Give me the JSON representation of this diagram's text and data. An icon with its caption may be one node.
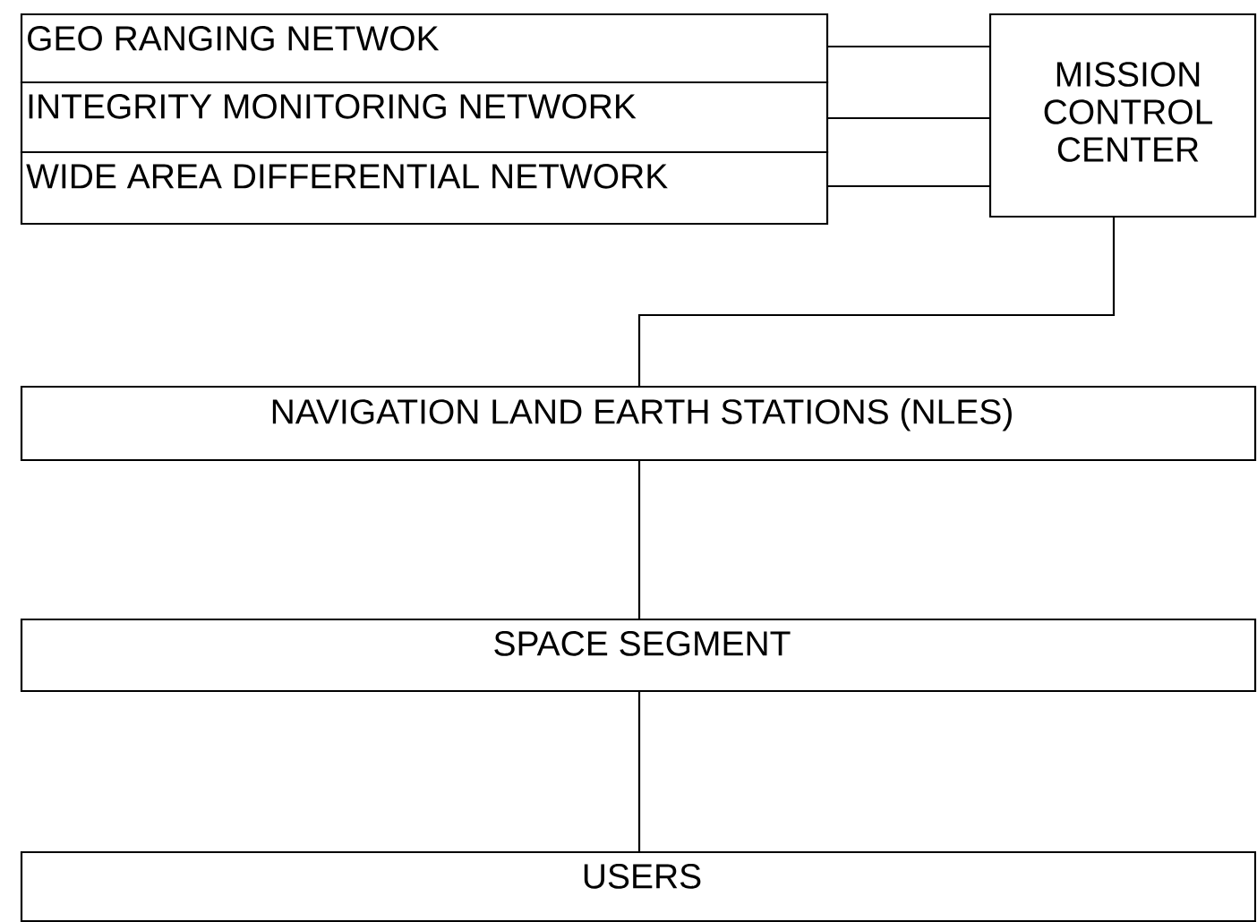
{
  "diagram": {
    "nodes": [
      {
        "text": [
          "GEO RANGING NETWOK"
        ]
      },
      {
        "text": [
          "INTEGRITY MONITORING NETWORK"
        ]
      },
      {
        "text": [
          "WIDE AREA DIFFERENTIAL NETWORK"
        ]
      },
      {
        "text": [
          "MISSION CONTROL CENTER"
        ]
      },
      {
        "text": [
          "NAVIGATION LAND EARTH STATIONS (NLES)"
        ]
      },
      {
        "text": [
          "SPACE SEGMENT"
        ]
      },
      {
        "text": [
          "USERS"
        ]
      }
    ],
    "edges": [
      {
        "from": 0,
        "to": 3,
        "arrow": "none"
      },
      {
        "from": 1,
        "to": 3,
        "arrow": "none"
      },
      {
        "from": 2,
        "to": 3,
        "arrow": "none"
      },
      {
        "from": 3,
        "to": 4,
        "arrow": "none"
      },
      {
        "from": 4,
        "to": 5,
        "arrow": "none"
      },
      {
        "from": 5,
        "to": 6,
        "arrow": "none"
      }
    ]
  }
}
